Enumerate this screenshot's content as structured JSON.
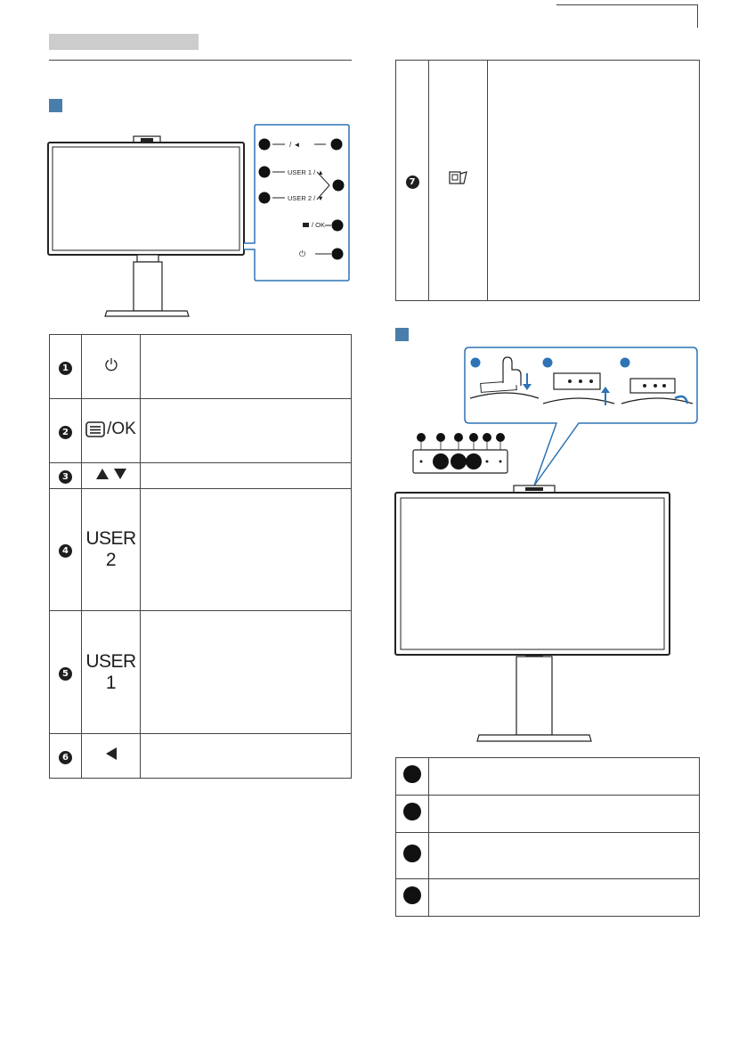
{
  "header": {
    "tab_label": ""
  },
  "controls": {
    "items": [
      {
        "num": "1",
        "icon": "power-icon",
        "description": ""
      },
      {
        "num": "2",
        "icon": "menu-ok-icon",
        "label": "/OK",
        "description": ""
      },
      {
        "num": "3",
        "icon": "up-down-arrows-icon",
        "description": ""
      },
      {
        "num": "4",
        "icon": "user2-label",
        "label": "USER 2",
        "description": ""
      },
      {
        "num": "5",
        "icon": "user1-label",
        "label": "USER 1",
        "description": ""
      },
      {
        "num": "6",
        "icon": "left-arrow-icon",
        "description": ""
      },
      {
        "num": "7",
        "icon": "input-source-icon",
        "description": ""
      }
    ],
    "diagram_labels": {
      "input_back": "/ ◄",
      "user1": "USER 1 / ▲",
      "user2": "USER 2 / ▼",
      "menu_ok": "/ OK",
      "power": "⏻"
    }
  },
  "webcam": {
    "step_count": 3,
    "callouts": [
      "",
      "",
      "",
      ""
    ]
  },
  "colors": {
    "accent": "#4a7eaa",
    "callout_blue": "#2d73b5",
    "ink": "#1e1e1e",
    "header_gray": "#cccccc"
  }
}
